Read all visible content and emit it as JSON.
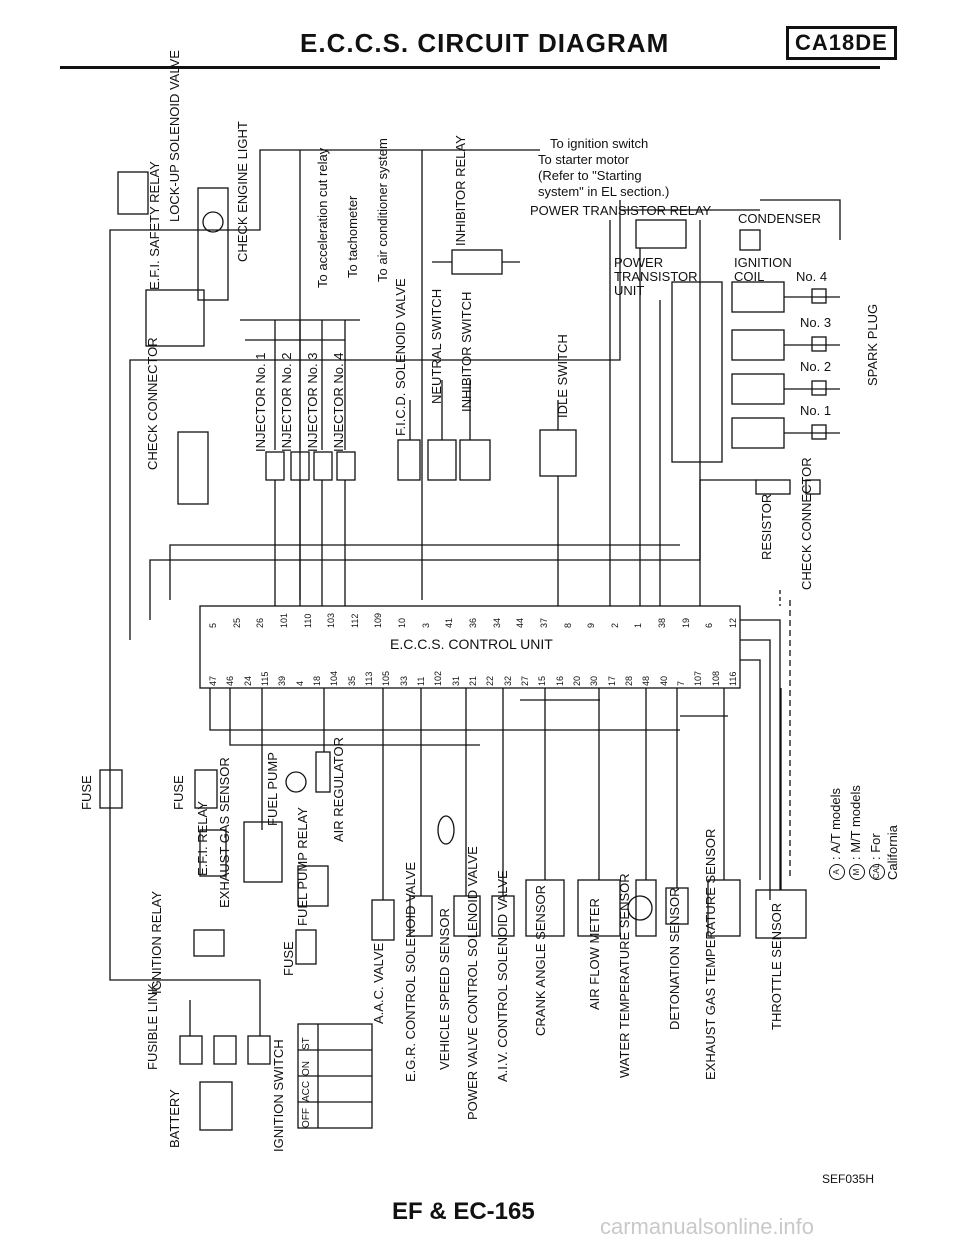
{
  "header": {
    "title": "E.C.C.S. CIRCUIT DIAGRAM",
    "model": "CA18DE"
  },
  "notes": {
    "ignition_switch_note": "To ignition switch",
    "starter_note_1": "To starter motor",
    "starter_note_2": "(Refer to \"Starting",
    "starter_note_3": "system\" in EL section.)"
  },
  "components": {
    "power_transistor_relay": "POWER TRANSISTOR RELAY",
    "condenser": "CONDENSER",
    "power_transistor_unit": [
      "POWER",
      "TRANSISTOR",
      "UNIT"
    ],
    "ignition_coil": [
      "IGNITION",
      "COIL"
    ],
    "coil_no4": "No. 4",
    "coil_no3": "No. 3",
    "coil_no2": "No. 2",
    "coil_no1": "No. 1",
    "spark_plug": "SPARK PLUG",
    "resistor": "RESISTOR",
    "check_connector_right": "CHECK CONNECTOR",
    "ecu": "E.C.C.S. CONTROL UNIT",
    "efi_safety_relay": "E.F.I. SAFETY RELAY",
    "lockup_solenoid": "LOCK-UP SOLENOID VALVE",
    "check_engine_light": "CHECK ENGINE LIGHT",
    "accel_cut": "To acceleration cut relay",
    "tachometer": "To tachometer",
    "air_conditioner": "To air conditioner system",
    "inhibitor_relay": "INHIBITOR RELAY",
    "check_connector_left": "CHECK CONNECTOR",
    "injector_1": "INJECTOR No. 1",
    "injector_2": "INJECTOR No. 2",
    "injector_3": "INJECTOR No. 3",
    "injector_4": "INJECTOR No. 4",
    "ficd_valve": "F.I.C.D. SOLENOID VALVE",
    "neutral_switch": "NEUTRAL SWITCH",
    "inhibitor_switch": "INHIBITOR SWITCH",
    "idle_switch": "IDLE SWITCH",
    "fuse": "FUSE",
    "efi_relay": "E.F.I. RELAY",
    "fuel_pump": "FUEL PUMP",
    "air_regulator": "AIR REGULATOR",
    "exhaust_gas_sensor": "EXHAUST GAS SENSOR",
    "fuel_pump_relay": "FUEL PUMP RELAY",
    "ignition_relay": "IGNITION RELAY",
    "fusible_link": "FUSIBLE LINK",
    "battery": "BATTERY",
    "ignition_switch": "IGNITION SWITCH",
    "aac_valve": "A.A.C. VALVE",
    "egr_control": "E.G.R. CONTROL SOLENOID VALVE",
    "vehicle_speed": "VEHICLE SPEED SENSOR",
    "power_valve": "POWER VALVE CONTROL SOLENOID VALVE",
    "aiv_control": "A.I.V. CONTROL SOLENOID VALVE",
    "crank_angle": "CRANK ANGLE SENSOR",
    "air_flow": "AIR FLOW METER",
    "water_temp": "WATER TEMPERATURE SENSOR",
    "detonation": "DETONATION SENSOR",
    "exhaust_temp": "EXHAUST GAS TEMPERATURE SENSOR",
    "throttle_sensor": "THROTTLE SENSOR"
  },
  "ignition_switch_table": [
    "OFF",
    "ACC",
    "ON",
    "ST"
  ],
  "ecu_pins_top": [
    "5",
    "25",
    "26",
    "101",
    "110",
    "103",
    "112",
    "109",
    "10",
    "3",
    "41",
    "36",
    "34",
    "44",
    "37",
    "8",
    "9",
    "2",
    "1",
    "38",
    "19",
    "6",
    "12"
  ],
  "ecu_pins_bottom": [
    "47",
    "46",
    "24",
    "115",
    "39",
    "4",
    "18",
    "104",
    "35",
    "113",
    "105",
    "33",
    "11",
    "102",
    "31",
    "21",
    "22",
    "32",
    "27",
    "15",
    "16",
    "20",
    "30",
    "17",
    "28",
    "48",
    "40",
    "7",
    "107",
    "108",
    "116"
  ],
  "legend": [
    {
      "sym": "A",
      "text": ": A/T models"
    },
    {
      "sym": "M",
      "text": ": M/T models"
    },
    {
      "sym": "CAL",
      "text": ": For California"
    }
  ],
  "footer": {
    "code": "SEF035H",
    "page": "EF & EC-165",
    "watermark": "carmanualsonline.info"
  }
}
